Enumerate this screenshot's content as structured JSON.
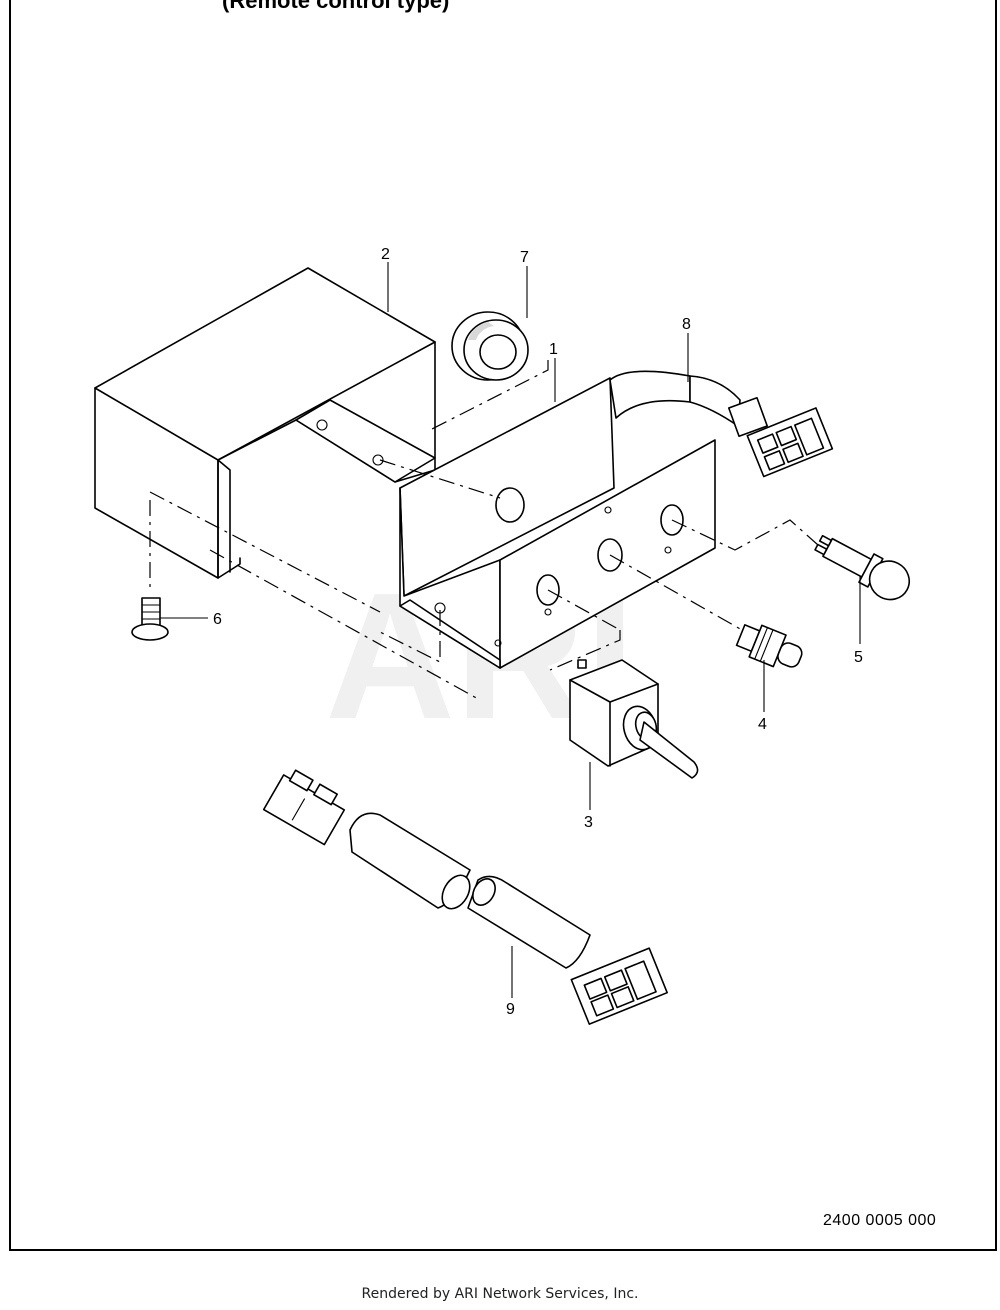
{
  "header": {
    "title_partial": "(Remote control type)"
  },
  "callouts": {
    "c1": "1",
    "c2": "2",
    "c3": "3",
    "c4": "4",
    "c5": "5",
    "c6": "6",
    "c7": "7",
    "c8": "8",
    "c9": "9"
  },
  "watermark": "ARI",
  "drawing_number": "2400 0005 000",
  "footer": {
    "rendered_by": "Rendered by ARI Network Services, Inc."
  }
}
